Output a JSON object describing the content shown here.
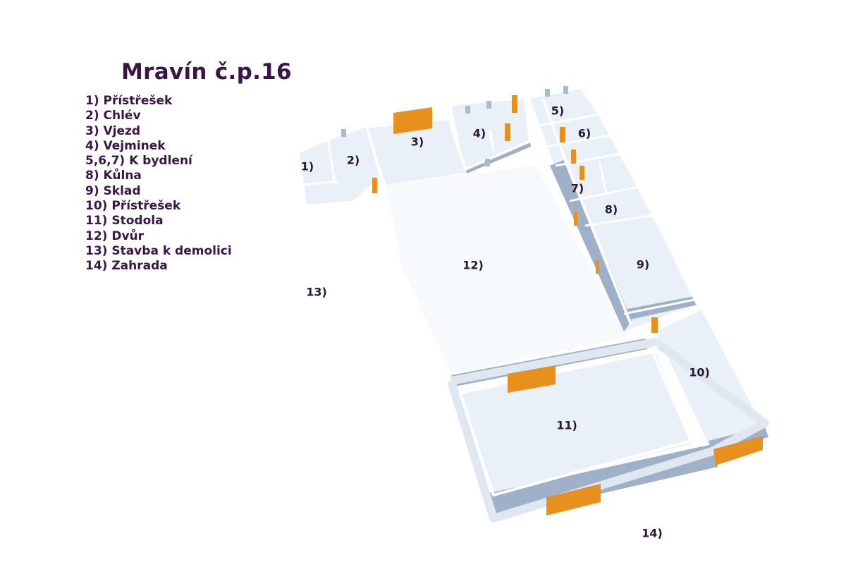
{
  "title": "Mravín č.p.16",
  "legend": [
    "1) Přístřešek",
    "2) Chlév",
    "3) Vjezd",
    "4) Vejminek",
    "5,6,7) K bydlení",
    "8) Kůlna",
    "9) Sklad",
    "10) Přístřešek",
    "11) Stodola",
    "12) Dvůr",
    "13) Stavba k demolici",
    "14) Zahrada"
  ],
  "plan_labels": [
    "1)",
    "2)",
    "3)",
    "4)",
    "5)",
    "6)",
    "7)",
    "8)",
    "9)",
    "10)",
    "11)",
    "12)",
    "13)",
    "14)"
  ],
  "colors": {
    "title_text": "#3a1646",
    "floor": "#e9f0f7",
    "wall_top": "#ffffff",
    "wall_side": "#9fb0c9",
    "door": "#e8901e",
    "window": "#a9bad3"
  }
}
